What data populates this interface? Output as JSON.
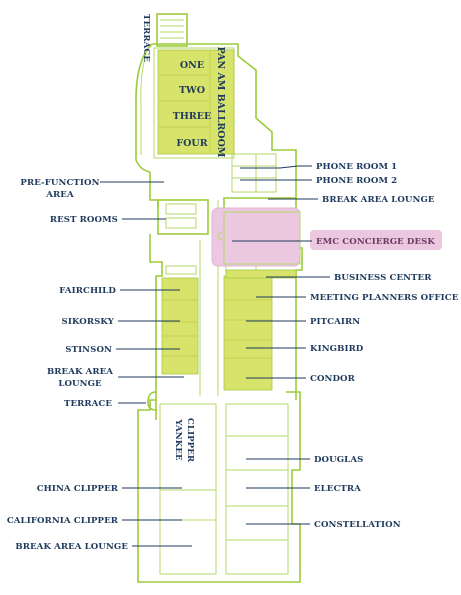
{
  "labels": {
    "terrace_top": "TERRACE",
    "one": "ONE",
    "two": "TWO",
    "three": "THREE",
    "four": "FOUR",
    "pan_am": "PAN AM BALLROOM",
    "phone1": "PHONE ROOM 1",
    "phone2": "PHONE ROOM 2",
    "prefunction_1": "PRE-FUNCTION",
    "prefunction_2": "AREA",
    "break_lounge_top": "BREAK AREA LOUNGE",
    "rest_rooms": "REST ROOMS",
    "emc": "EMC CONCIERGE DESK",
    "business": "BUSINESS CENTER",
    "fairchild": "FAIRCHILD",
    "meeting": "MEETING PLANNERS OFFICE",
    "sikorsky": "SIKORSKY",
    "pitcairn": "PITCAIRN",
    "stinson": "STINSON",
    "kingbird": "KINGBIRD",
    "break_mid_1": "BREAK AREA",
    "break_mid_2": "LOUNGE",
    "condor": "CONDOR",
    "terrace_mid": "TERRACE",
    "yankee_1": "YANKEE",
    "yankee_2": "CLIPPER",
    "douglas": "DOUGLAS",
    "china": "CHINA CLIPPER",
    "electra": "ELECTRA",
    "california": "CALIFORNIA CLIPPER",
    "constellation": "CONSTELLATION",
    "break_bottom": "BREAK AREA LOUNGE"
  },
  "colors": {
    "room_highlight": "#d7e36b",
    "wall": "#9ccc3a",
    "text": "#1f3a5c",
    "concierge_highlight": "#ecc8e0"
  }
}
